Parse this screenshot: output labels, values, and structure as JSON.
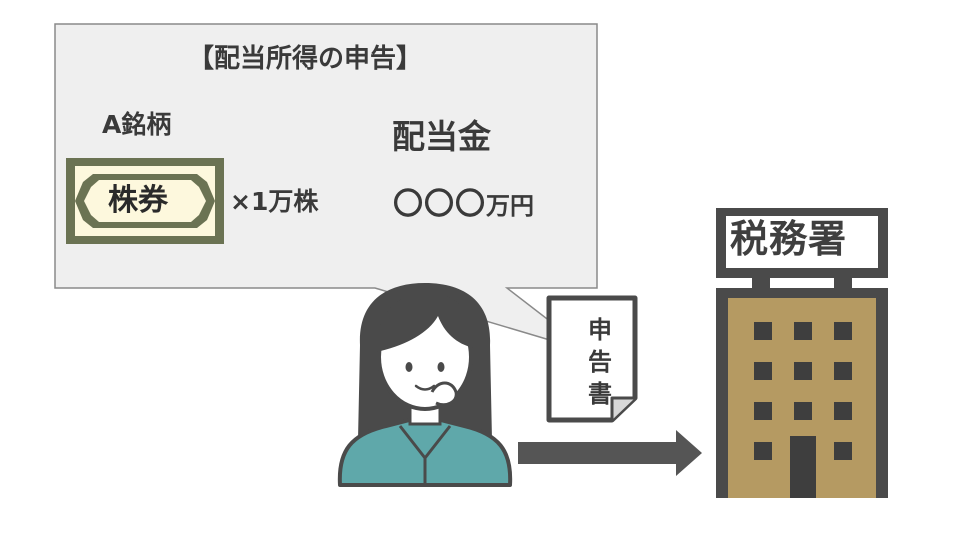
{
  "bubble": {
    "title": "【配当所得の申告】",
    "stock_name": "A銘柄",
    "certificate_label": "株券",
    "multiplier": "×1万株",
    "dividend_label": "配当金",
    "dividend_amount_placeholder": "〇〇〇",
    "dividend_amount_unit": "万円"
  },
  "document": {
    "chars": [
      "申",
      "告",
      "書"
    ]
  },
  "tax_office": {
    "sign": "税務署"
  },
  "colors": {
    "bubble_fill": "#efefef",
    "certificate_border": "#6b7353",
    "certificate_inner": "#fdf8dd",
    "building_frame": "#4a4a4a",
    "building_body": "#b59a62",
    "blouse": "#5fa8aa",
    "hair": "#4a4a4a",
    "arrow": "#555555"
  },
  "icons": [
    "person-icon",
    "document-icon",
    "building-icon",
    "arrow-right-icon",
    "certificate-icon"
  ]
}
